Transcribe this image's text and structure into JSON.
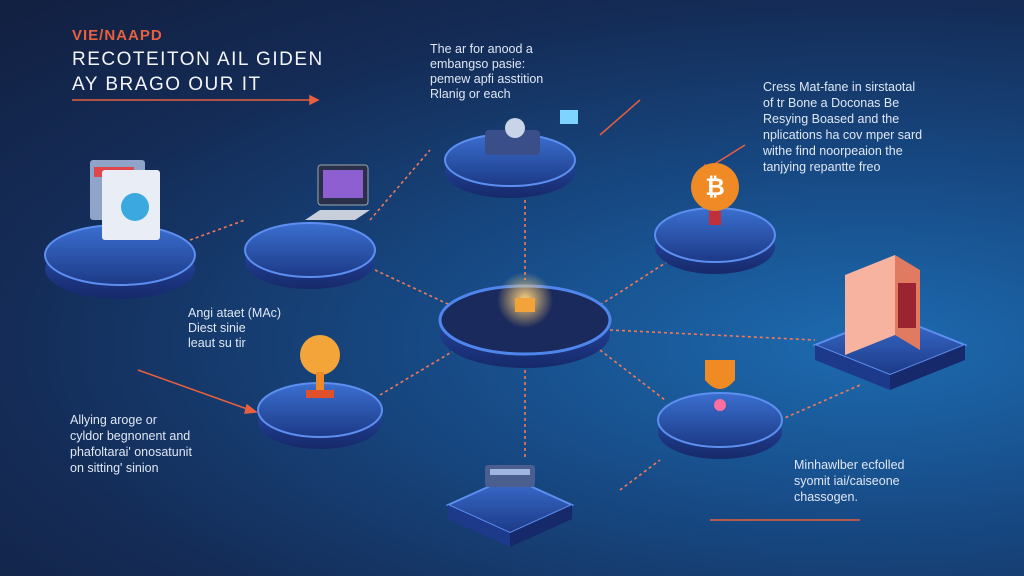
{
  "header": {
    "kicker": "VIE/NAAPD",
    "title_line1": "RECOTEITON AIL GIDEN",
    "title_line2": "AY BRAGO OUR IT"
  },
  "captions": {
    "top_center": [
      "The ar for anood a",
      "embangso pasie:",
      "pemew apfi asstition",
      "Rlanig or each"
    ],
    "top_right": [
      "Cress Mat-fane in sirstaotal",
      "of tr Bone a Doconas Be",
      "Resying Boased and the",
      "nplications ha cov mper sard",
      "withe find noorpeaion the",
      "tanjying repantte freo"
    ],
    "mid_left": [
      "Angi ataet (MAc)",
      "Diest sinie",
      "leaut su tir"
    ],
    "bottom_left": [
      "Allying aroge or",
      "cyldor begnonent and",
      "phafoltarai' onosatunit",
      "on sitting' sinion"
    ],
    "bottom_right": [
      "Minhawlber ecfolled",
      "syomit iai/caiseone",
      "chassogen."
    ]
  },
  "colors": {
    "accent": "#e8603e",
    "platform": "#2f5fb8",
    "rim": "#4f86ee",
    "link": "#f07a5a"
  }
}
